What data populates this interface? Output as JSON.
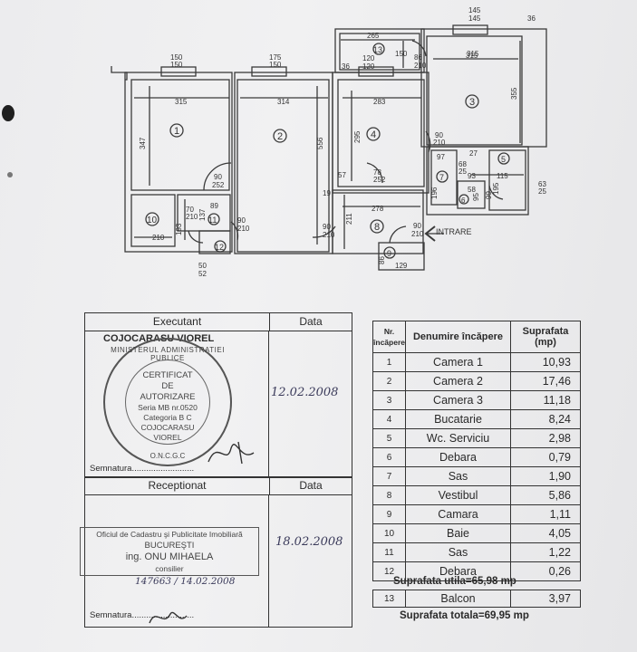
{
  "plan": {
    "rooms": [
      "1",
      "2",
      "3",
      "4",
      "5",
      "6",
      "7",
      "8",
      "9",
      "10",
      "11",
      "12",
      "13"
    ],
    "dims": {
      "top": [
        "145",
        "145",
        "36",
        "265",
        "150",
        "120",
        "120",
        "36",
        "315",
        "150",
        "150",
        "175",
        "150",
        "86",
        "210"
      ],
      "widths": [
        "315",
        "314",
        "283",
        "315"
      ],
      "heights": [
        "347",
        "556",
        "295",
        "355",
        "193",
        "137",
        "196",
        "211"
      ],
      "doors": [
        "90",
        "252",
        "90",
        "210",
        "90",
        "210",
        "78",
        "252",
        "90",
        "210",
        "90",
        "210",
        "97",
        "68",
        "25",
        "27",
        "58",
        "93",
        "115",
        "63",
        "25",
        "195",
        "95",
        "99",
        "57",
        "19",
        "278",
        "89",
        "70",
        "210",
        "210"
      ],
      "bottom": [
        "50",
        "52",
        "86",
        "129"
      ]
    },
    "entrance": "INTRARE"
  },
  "executant": {
    "header": "Executant",
    "date_header": "Data",
    "name": "COJOCARASU VIOREL",
    "date": "12.02.2008",
    "signature_label": "Semnatura",
    "stamp": {
      "ring": "MINISTERUL ADMINISTRATIEI PUBLICE",
      "line1": "CERTIFICAT",
      "line2": "DE",
      "line3": "AUTORIZARE",
      "line4": "Seria MB nr.0520",
      "line5": "Categoria B C",
      "line6": "COJOCARASU",
      "line7": "VIOREL",
      "line8": "O.N.C.G.C"
    }
  },
  "receptionat": {
    "header": "Receptionat",
    "date_header": "Data",
    "date": "18.02.2008",
    "signature_label": "Semnatura",
    "stamp_line1": "Oficiul de Cadastru şi Publicitate Imobiliară",
    "stamp_line2": "BUCUREŞTI",
    "stamp_line3": "ing. ONU MIHAELA",
    "stamp_line4": "consilier",
    "reg": "147663 / 14.02.2008"
  },
  "table": {
    "headers": [
      "Nr. încăpere",
      "Denumire încăpere",
      "Suprafata (mp)"
    ],
    "rows": [
      {
        "nr": "1",
        "name": "Camera 1",
        "area": "10,93"
      },
      {
        "nr": "2",
        "name": "Camera 2",
        "area": "17,46"
      },
      {
        "nr": "3",
        "name": "Camera 3",
        "area": "11,18"
      },
      {
        "nr": "4",
        "name": "Bucatarie",
        "area": "8,24"
      },
      {
        "nr": "5",
        "name": "Wc. Serviciu",
        "area": "2,98"
      },
      {
        "nr": "6",
        "name": "Debara",
        "area": "0,79"
      },
      {
        "nr": "7",
        "name": "Sas",
        "area": "1,90"
      },
      {
        "nr": "8",
        "name": "Vestibul",
        "area": "5,86"
      },
      {
        "nr": "9",
        "name": "Camara",
        "area": "1,11"
      },
      {
        "nr": "10",
        "name": "Baie",
        "area": "4,05"
      },
      {
        "nr": "11",
        "name": "Sas",
        "area": "1,22"
      },
      {
        "nr": "12",
        "name": "Debara",
        "area": "0,26"
      }
    ],
    "util": "Suprafata utila=65,98 mp",
    "balcon": {
      "nr": "13",
      "name": "Balcon",
      "area": "3,97"
    },
    "total": "Suprafata totala=69,95 mp"
  }
}
